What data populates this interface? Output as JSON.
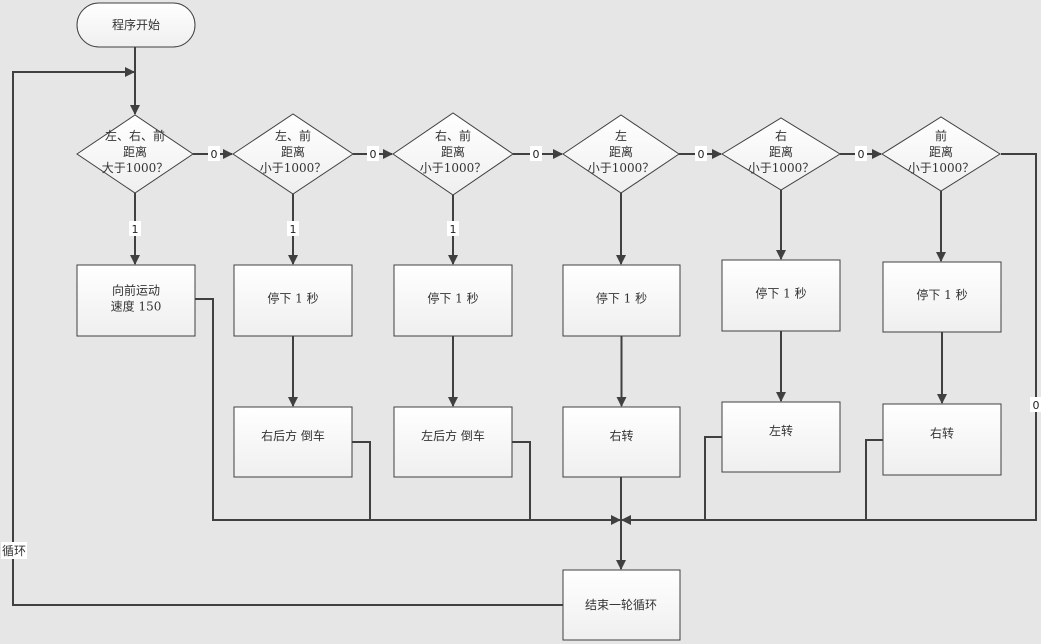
{
  "start": "程序开始",
  "decisions": [
    {
      "lines": [
        "左、右、前",
        "距离",
        "大于1000？"
      ]
    },
    {
      "lines": [
        "左、前",
        "距离",
        "小于1000？"
      ]
    },
    {
      "lines": [
        "右、前",
        "距离",
        "小于1000？"
      ]
    },
    {
      "lines": [
        "左",
        "距离",
        "小于1000？"
      ]
    },
    {
      "lines": [
        "右",
        "距离",
        "小于1000？"
      ]
    },
    {
      "lines": [
        "前",
        "距离",
        "小于1000？"
      ]
    }
  ],
  "actions_row1": [
    {
      "lines": [
        "向前运动",
        "速度 150"
      ]
    },
    {
      "lines": [
        "停下 1 秒"
      ]
    },
    {
      "lines": [
        "停下 1 秒"
      ]
    },
    {
      "lines": [
        "停下 1 秒"
      ]
    },
    {
      "lines": [
        "停下 1 秒"
      ]
    },
    {
      "lines": [
        "停下 1 秒"
      ]
    }
  ],
  "actions_row2": [
    "右后方 倒车",
    "左后方 倒车",
    "右转",
    "左转",
    "右转"
  ],
  "end": "结束一轮循环",
  "edge_labels": {
    "no": [
      "0",
      "0",
      "0",
      "0",
      "0"
    ],
    "last_no": "0",
    "yes": [
      "1",
      "1",
      "1"
    ],
    "loop": "循环"
  }
}
